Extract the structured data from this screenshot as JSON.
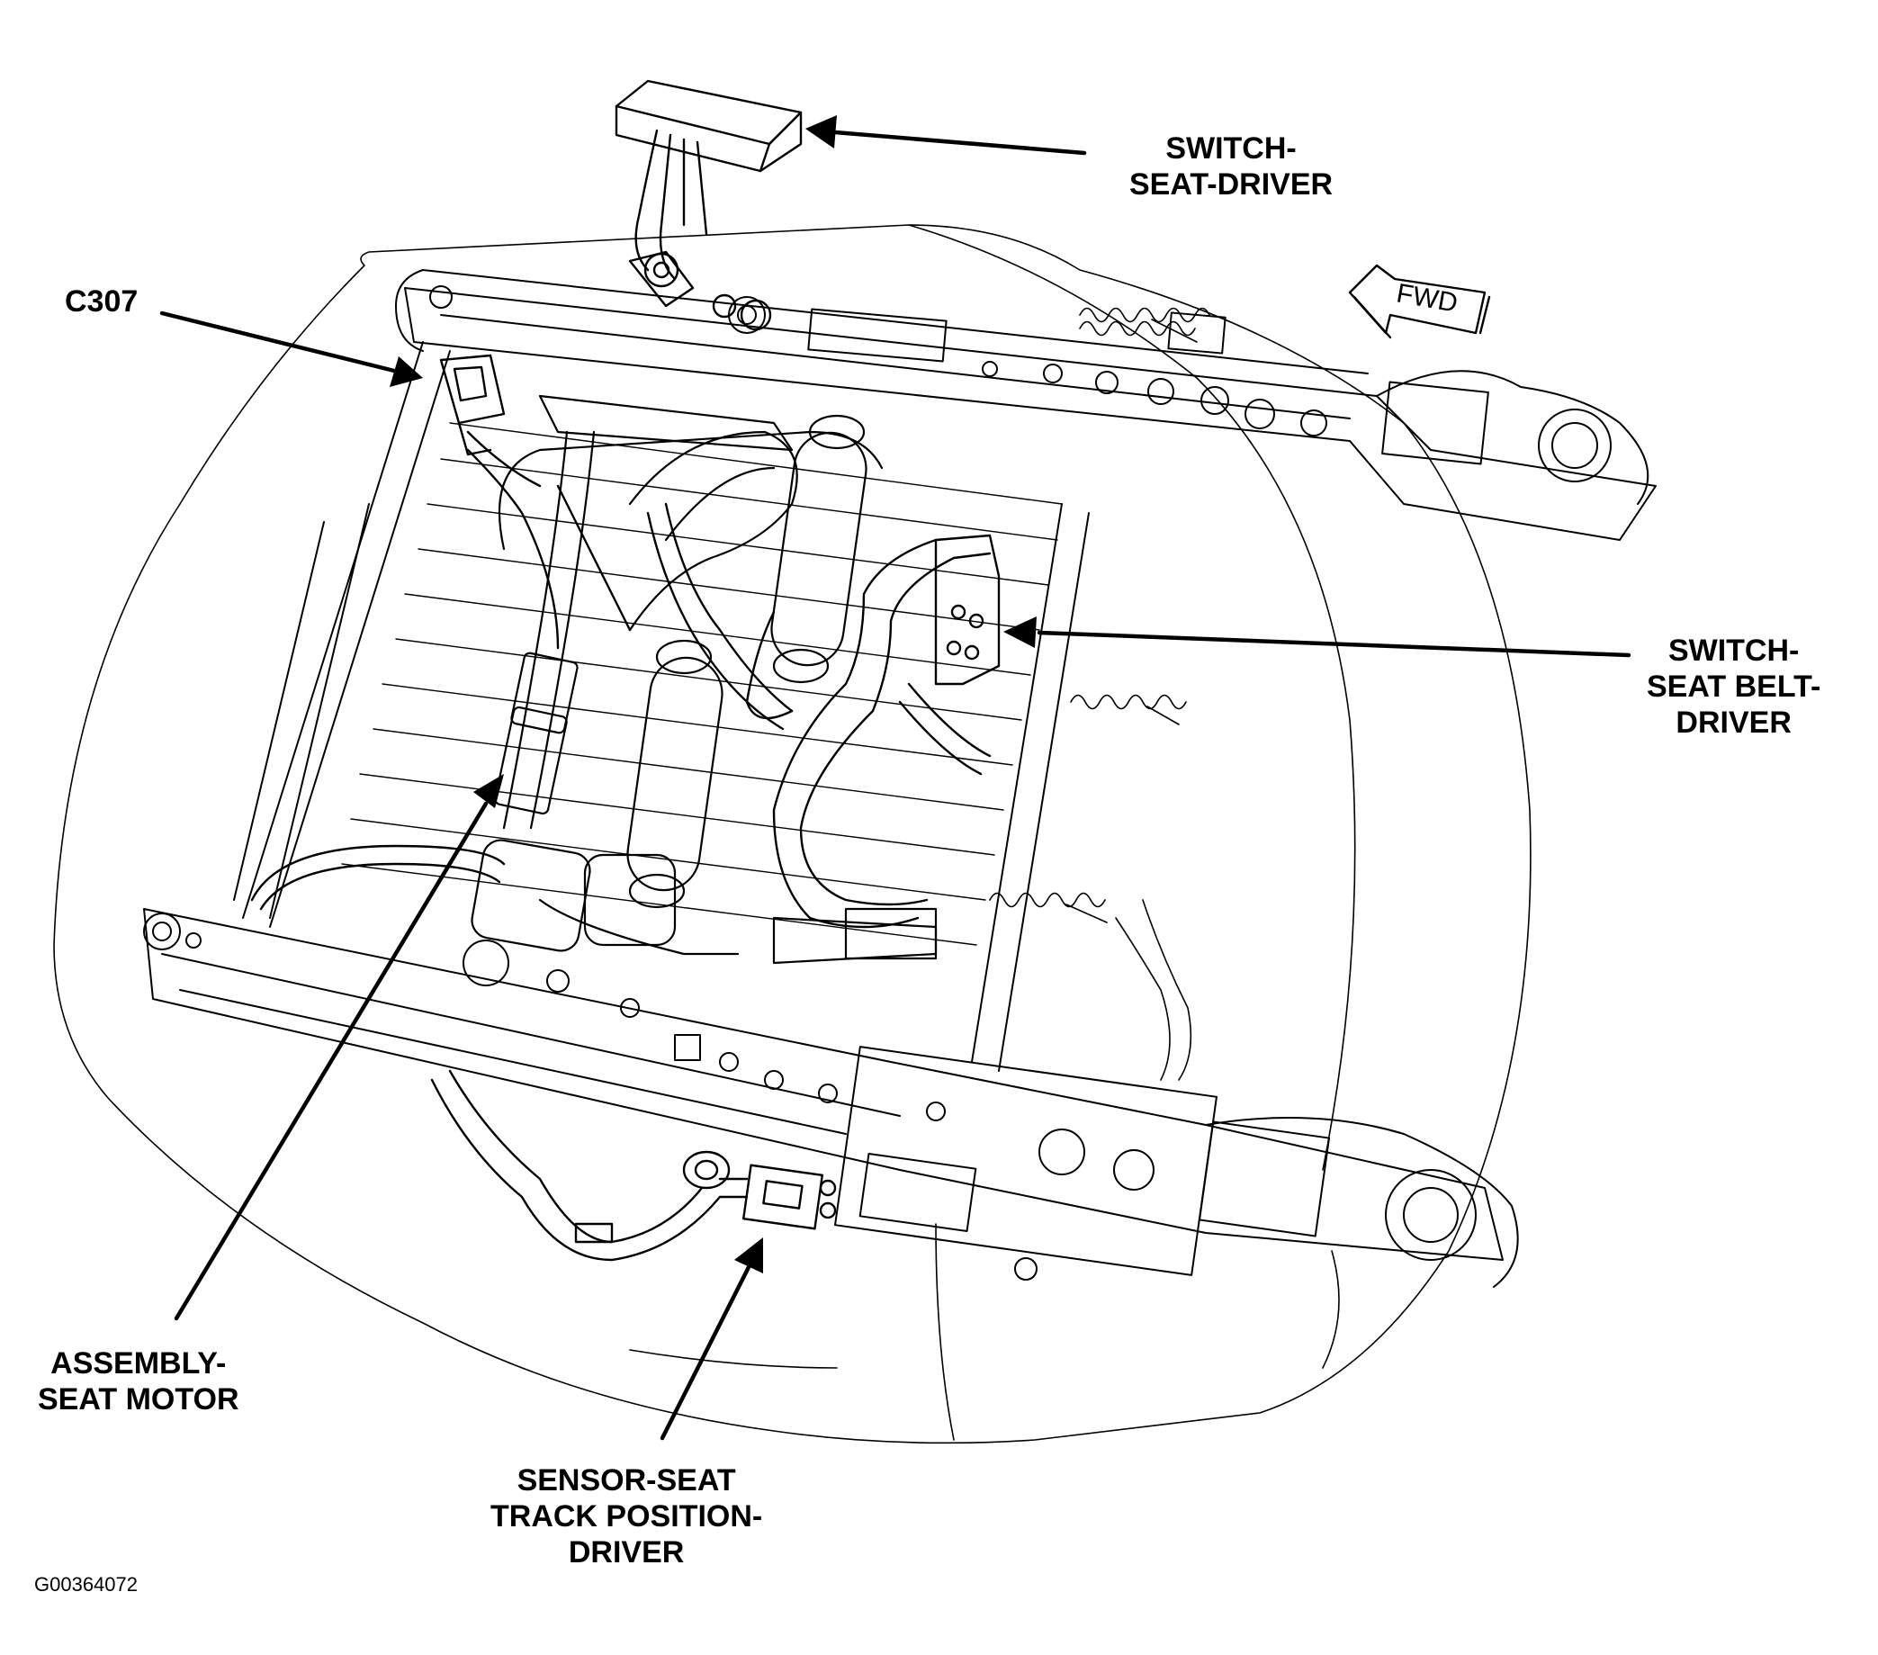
{
  "labels": {
    "switch_seat_driver": [
      "SWITCH-",
      "SEAT-DRIVER"
    ],
    "c307": "C307",
    "switch_seat_belt_driver": [
      "SWITCH-",
      "SEAT BELT-",
      "DRIVER"
    ],
    "assembly_seat_motor": [
      "ASSEMBLY-",
      "SEAT MOTOR"
    ],
    "sensor_seat_track_position_driver": [
      "SENSOR-SEAT",
      "TRACK POSITION-",
      "DRIVER"
    ]
  },
  "direction_indicator": "FWD",
  "figure_id": "G00364072"
}
